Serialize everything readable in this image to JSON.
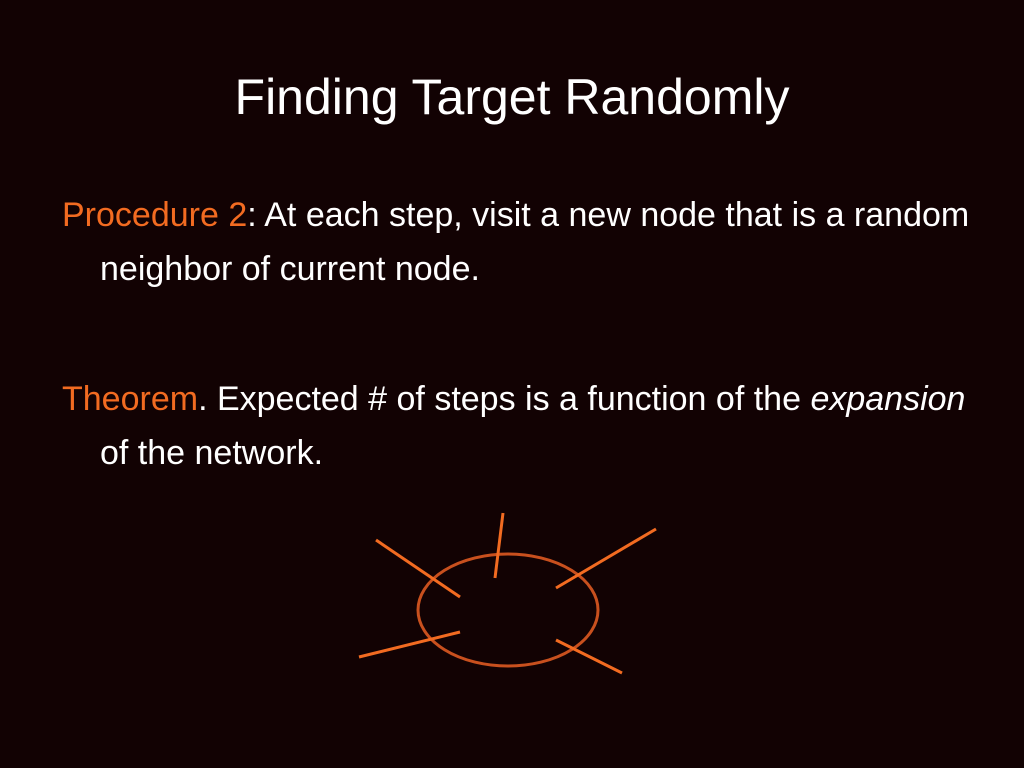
{
  "slide": {
    "title": "Finding Target Randomly",
    "procedure": {
      "label": "Procedure 2",
      "text": ": At each step, visit a new node that is a random neighbor of current node."
    },
    "theorem": {
      "label": "Theorem",
      "text_before": ". Expected # of steps is a function of the ",
      "emphasis": "expansion",
      "text_after": " of the network."
    }
  },
  "colors": {
    "background": "#120203",
    "accent": "#f26b21",
    "ellipse": "#c8501e",
    "text": "#ffffff"
  }
}
